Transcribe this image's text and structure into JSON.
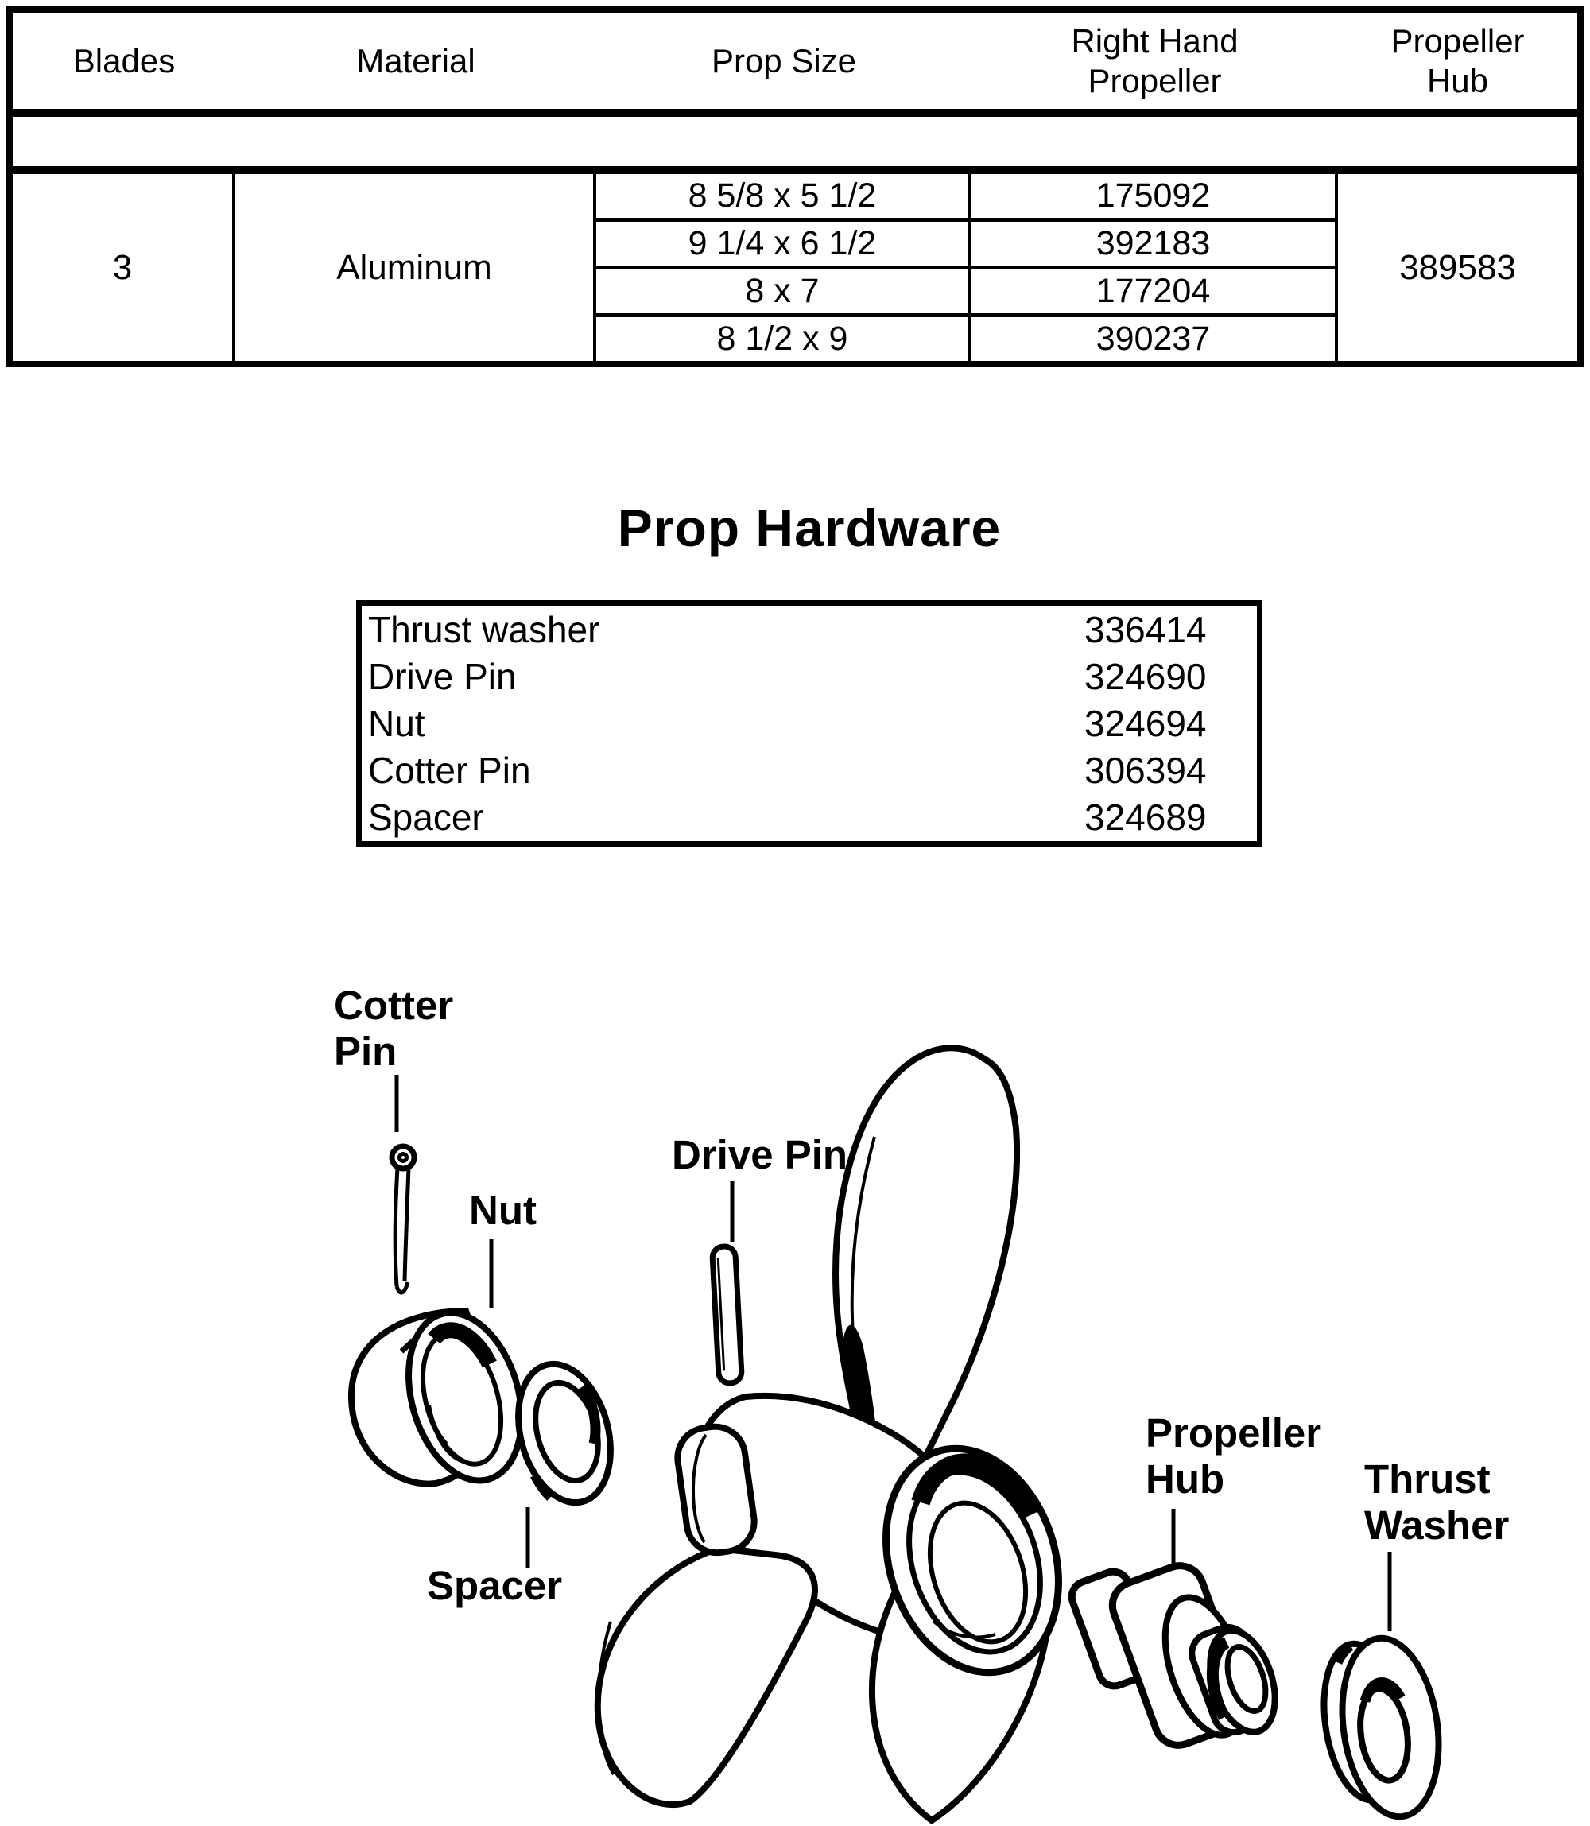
{
  "prop_table": {
    "headers": {
      "blades": "Blades",
      "material": "Material",
      "prop_size": "Prop Size",
      "right_hand": [
        "Right Hand",
        "Propeller"
      ],
      "hub": [
        "Propeller",
        "Hub"
      ]
    },
    "blades_value": "3",
    "material_value": "Aluminum",
    "rows": [
      {
        "size": "8 5/8 x 5 1/2",
        "part": "175092"
      },
      {
        "size": "9 1/4 x 6 1/2",
        "part": "392183"
      },
      {
        "size": "8 x 7",
        "part": "177204"
      },
      {
        "size": "8 1/2 x 9",
        "part": "390237"
      }
    ],
    "hub_value": "389583"
  },
  "hardware": {
    "title": "Prop Hardware",
    "items": [
      {
        "name": "Thrust washer",
        "part": "336414"
      },
      {
        "name": "Drive Pin",
        "part": "324690"
      },
      {
        "name": "Nut",
        "part": "324694"
      },
      {
        "name": "Cotter Pin",
        "part": "306394"
      },
      {
        "name": "Spacer",
        "part": "324689"
      }
    ]
  },
  "diagram": {
    "labels": {
      "cotter_pin": [
        "Cotter",
        "Pin"
      ],
      "nut": "Nut",
      "drive_pin": "Drive Pin",
      "spacer": "Spacer",
      "propeller_hub": [
        "Propeller",
        "Hub"
      ],
      "thrust_washer": [
        "Thrust",
        "Washer"
      ]
    }
  },
  "colors": {
    "ink": "#000000",
    "paper": "#ffffff"
  }
}
